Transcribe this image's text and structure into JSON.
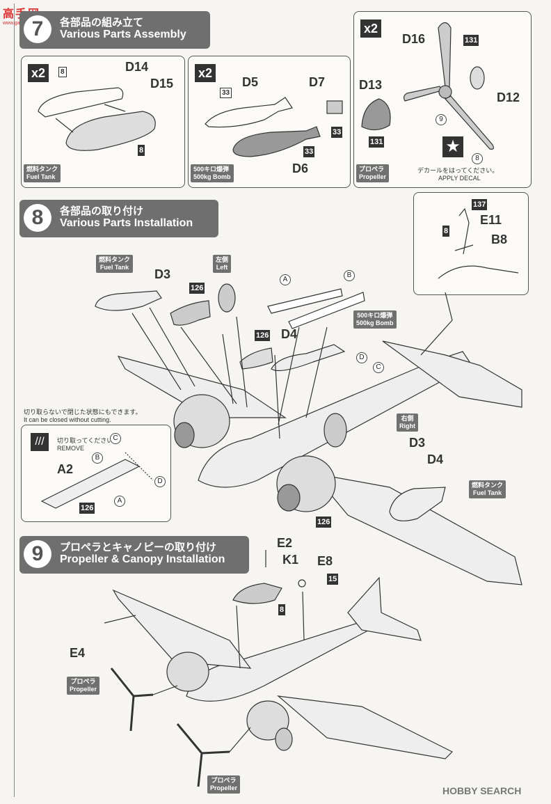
{
  "watermark_top": "高手网",
  "watermark_top_sub": "www.gaoshou.net",
  "watermark_bottom": "HOBBY SEARCH",
  "step7": {
    "number": "7",
    "title_jp": "各部品の組み立て",
    "title_en": "Various Parts Assembly"
  },
  "step8": {
    "number": "8",
    "title_jp": "各部品の取り付け",
    "title_en": "Various Parts Installation"
  },
  "step9": {
    "number": "9",
    "title_jp": "プロペラとキャノピーの取り付け",
    "title_en": "Propeller & Canopy Installation"
  },
  "fuel_panel": {
    "qty": "x2",
    "parts": [
      "D14",
      "D15"
    ],
    "codes": [
      "8",
      "8"
    ],
    "label_jp": "燃料タンク",
    "label_en": "Fuel Tank"
  },
  "bomb_panel": {
    "qty": "x2",
    "parts": [
      "D5",
      "D7",
      "D6"
    ],
    "codes": [
      "33",
      "33",
      "33"
    ],
    "label_jp": "500キロ爆弾",
    "label_en": "500kg Bomb"
  },
  "prop_panel": {
    "qty": "x2",
    "parts": [
      "D16",
      "D13",
      "D12"
    ],
    "codes": [
      "131",
      "131"
    ],
    "circle": "9",
    "decal_circle": "8",
    "decal_jp": "デカールをはってください。",
    "decal_en": "APPLY DECAL",
    "label_jp": "プロペラ",
    "label_en": "Propeller"
  },
  "inset8": {
    "codes": [
      "137",
      "8"
    ],
    "parts": [
      "E11",
      "B8"
    ]
  },
  "step8_labels": {
    "fuel_jp": "燃料タンク",
    "fuel_en": "Fuel Tank",
    "left_jp": "左側",
    "left_en": "Left",
    "right_jp": "右側",
    "right_en": "Right",
    "bomb_jp": "500キロ爆弾",
    "bomb_en": "500kg Bomb",
    "fuel2_jp": "燃料タンク",
    "fuel2_en": "Fuel Tank"
  },
  "step8_parts": {
    "d3a": "D3",
    "d4a": "D4",
    "d3b": "D3",
    "d4b": "D4",
    "code126a": "126",
    "code126b": "126",
    "code126c": "126",
    "ca": "A",
    "cb": "B",
    "cd": "D",
    "cc": "C"
  },
  "cut_note": {
    "jp": "切り取らないで閉じた状態にもできます。",
    "en": "It can be closed without cutting."
  },
  "cut_inset": {
    "remove_jp": "切り取ってください。",
    "remove_en": "REMOVE",
    "part": "A2",
    "code": "126",
    "circles": [
      "C",
      "B",
      "D",
      "A"
    ]
  },
  "step9_parts": {
    "e2": "E2",
    "k1": "K1",
    "e8": "E8",
    "e4": "E4",
    "code15": "15",
    "code8": "8",
    "prop1_jp": "プロペラ",
    "prop1_en": "Propeller",
    "prop2_jp": "プロペラ",
    "prop2_en": "Propeller"
  }
}
